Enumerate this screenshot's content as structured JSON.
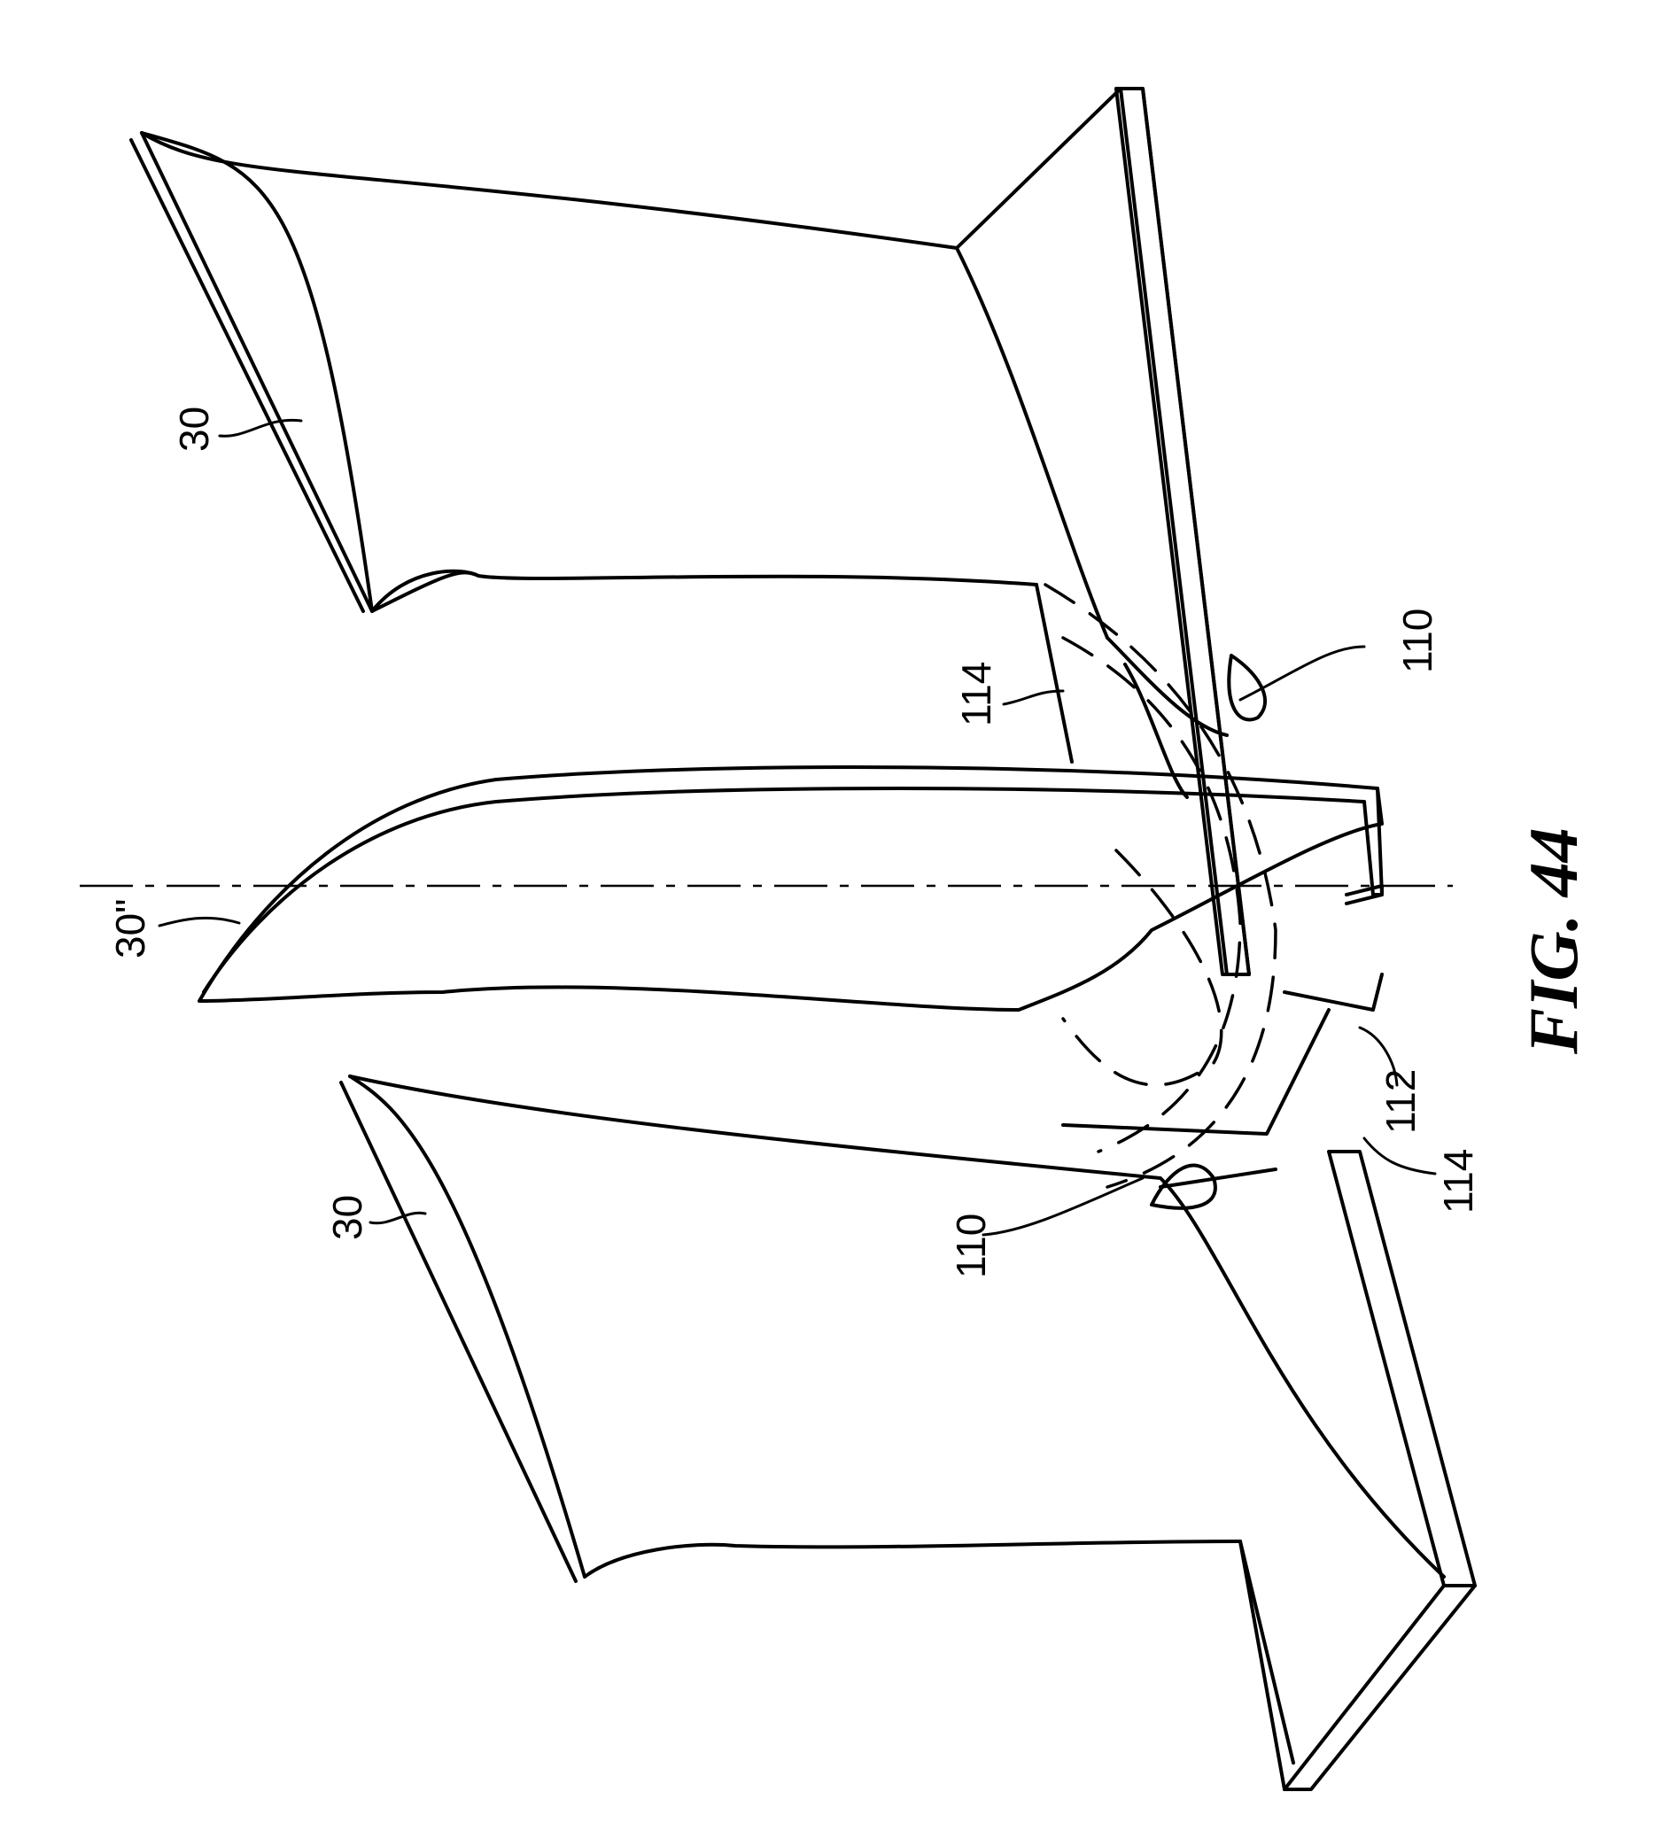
{
  "figure": {
    "caption": "FIG. 44",
    "orientation": "rotated 90° counter-clockwise",
    "background": "#ffffff",
    "line_color": "#000000"
  },
  "reference_labels": [
    {
      "id": "blade-top",
      "text": "30"
    },
    {
      "id": "blade-center",
      "text": "30\""
    },
    {
      "id": "blade-bottom",
      "text": "30"
    },
    {
      "id": "fillet-upper",
      "text": "110"
    },
    {
      "id": "fillet-lower",
      "text": "110"
    },
    {
      "id": "platform-upper",
      "text": "114"
    },
    {
      "id": "platform-lower",
      "text": "114"
    },
    {
      "id": "root-center",
      "text": "112"
    }
  ]
}
